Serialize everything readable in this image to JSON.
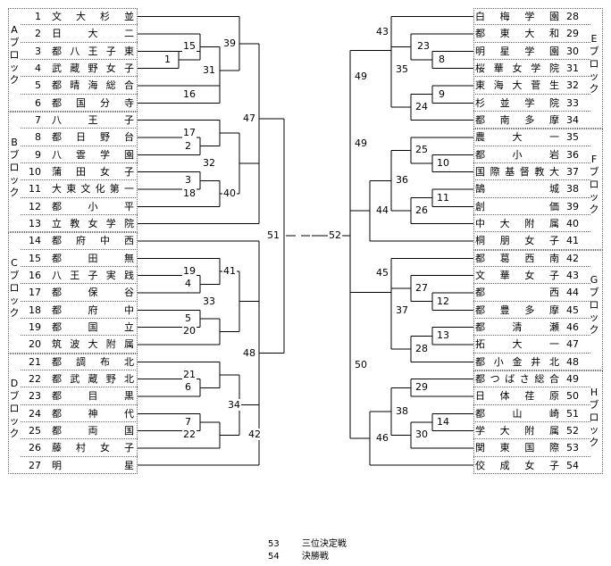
{
  "left_blocks": [
    {
      "label": "Aブロック",
      "teams": [
        {
          "seed": "1",
          "name": "文大杉並"
        },
        {
          "seed": "2",
          "name": "日大二"
        },
        {
          "seed": "3",
          "name": "都八王子東"
        },
        {
          "seed": "4",
          "name": "武蔵野女子"
        },
        {
          "seed": "5",
          "name": "都晴海総合"
        },
        {
          "seed": "6",
          "name": "都国分寺"
        }
      ]
    },
    {
      "label": "Bブロック",
      "teams": [
        {
          "seed": "7",
          "name": "八王子"
        },
        {
          "seed": "8",
          "name": "都日野台"
        },
        {
          "seed": "9",
          "name": "八雲学園"
        },
        {
          "seed": "10",
          "name": "蒲田女子"
        },
        {
          "seed": "11",
          "name": "大東文化第一"
        },
        {
          "seed": "12",
          "name": "都小平"
        },
        {
          "seed": "13",
          "name": "立教女学院"
        }
      ]
    },
    {
      "label": "Cブロック",
      "teams": [
        {
          "seed": "14",
          "name": "都府中西"
        },
        {
          "seed": "15",
          "name": "都田無"
        },
        {
          "seed": "16",
          "name": "八王子実践"
        },
        {
          "seed": "17",
          "name": "都保谷"
        },
        {
          "seed": "18",
          "name": "都府中"
        },
        {
          "seed": "19",
          "name": "都国立"
        },
        {
          "seed": "20",
          "name": "筑波大附属"
        }
      ]
    },
    {
      "label": "Dブロック",
      "teams": [
        {
          "seed": "21",
          "name": "都調布北"
        },
        {
          "seed": "22",
          "name": "都武蔵野北"
        },
        {
          "seed": "23",
          "name": "都目黒"
        },
        {
          "seed": "24",
          "name": "都神代"
        },
        {
          "seed": "25",
          "name": "都両国"
        },
        {
          "seed": "26",
          "name": "藤村女子"
        },
        {
          "seed": "27",
          "name": "明星"
        }
      ]
    }
  ],
  "right_blocks": [
    {
      "label": "Eブロック",
      "teams": [
        {
          "seed": "28",
          "name": "白梅学園"
        },
        {
          "seed": "29",
          "name": "都東大和"
        },
        {
          "seed": "30",
          "name": "明星学園"
        },
        {
          "seed": "31",
          "name": "桜華女学院"
        },
        {
          "seed": "32",
          "name": "東海大菅生"
        },
        {
          "seed": "33",
          "name": "杉並学院"
        },
        {
          "seed": "34",
          "name": "都南多摩"
        }
      ]
    },
    {
      "label": "Fブロック",
      "teams": [
        {
          "seed": "35",
          "name": "農大一"
        },
        {
          "seed": "36",
          "name": "都小岩"
        },
        {
          "seed": "37",
          "name": "国際基督教大"
        },
        {
          "seed": "38",
          "name": "鵠城"
        },
        {
          "seed": "39",
          "name": "創価"
        },
        {
          "seed": "40",
          "name": "中大附属"
        },
        {
          "seed": "41",
          "name": "桐朋女子"
        }
      ]
    },
    {
      "label": "Gブロック",
      "teams": [
        {
          "seed": "42",
          "name": "都葛西南"
        },
        {
          "seed": "43",
          "name": "文華女子"
        },
        {
          "seed": "44",
          "name": "都西"
        },
        {
          "seed": "45",
          "name": "都豊多摩"
        },
        {
          "seed": "46",
          "name": "都清瀬"
        },
        {
          "seed": "47",
          "name": "拓大一"
        },
        {
          "seed": "48",
          "name": "都小金井北"
        }
      ]
    },
    {
      "label": "Hブロック",
      "teams": [
        {
          "seed": "49",
          "name": "都つばさ総合"
        },
        {
          "seed": "50",
          "name": "日体荏原"
        },
        {
          "seed": "51",
          "name": "都山崎"
        },
        {
          "seed": "52",
          "name": "学大附属"
        },
        {
          "seed": "53",
          "name": "関東国際"
        },
        {
          "seed": "54",
          "name": "佼成女子"
        }
      ]
    }
  ],
  "matches": [
    "1",
    "2",
    "3",
    "4",
    "5",
    "6",
    "7",
    "8",
    "9",
    "10",
    "11",
    "12",
    "13",
    "14",
    "15",
    "16",
    "17",
    "18",
    "19",
    "20",
    "21",
    "22",
    "23",
    "24",
    "25",
    "26",
    "27",
    "28",
    "29",
    "30",
    "31",
    "32",
    "33",
    "34",
    "35",
    "36",
    "37",
    "38",
    "39",
    "40",
    "41",
    "42",
    "43",
    "44",
    "45",
    "46",
    "47",
    "48",
    "49",
    "50",
    "51",
    "52"
  ],
  "legend": [
    {
      "num": "53",
      "text": "三位決定戦"
    },
    {
      "num": "54",
      "text": "決勝戦"
    }
  ]
}
